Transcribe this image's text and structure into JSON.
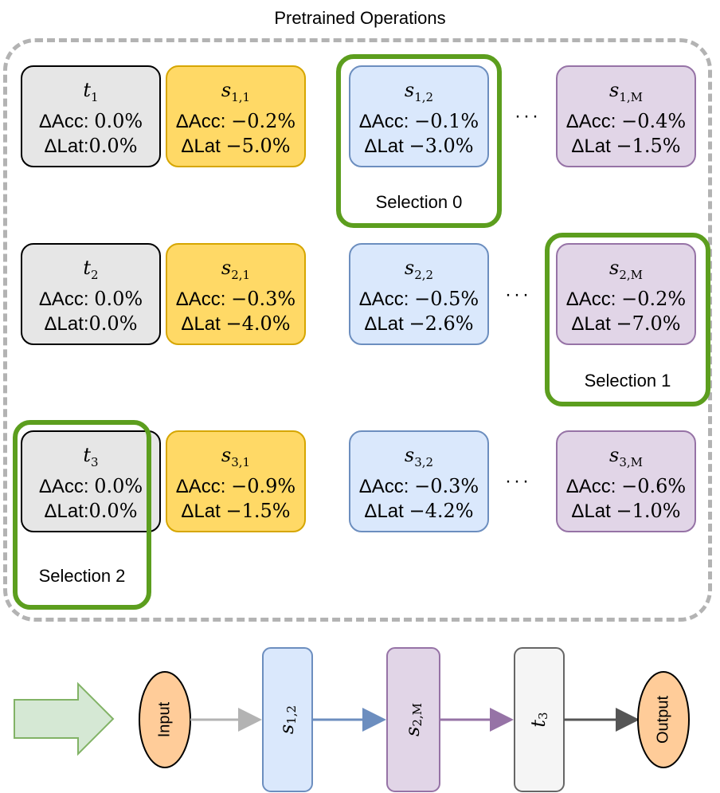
{
  "title": "Pretrained Operations",
  "rows": [
    {
      "cards": [
        {
          "base": "t",
          "sub": "1",
          "acc_label": "ΔAcc:",
          "acc": "0.0%",
          "lat_label": "ΔLat:",
          "lat": "0.0%",
          "color": "gray"
        },
        {
          "base": "s",
          "sub": "1,1",
          "acc_label": "ΔAcc:",
          "acc": "−0.2%",
          "lat_label": "ΔLat",
          "lat": "−5.0%",
          "color": "yellow"
        },
        {
          "base": "s",
          "sub": "1,2",
          "acc_label": "ΔAcc:",
          "acc": "−0.1%",
          "lat_label": "ΔLat",
          "lat": "−3.0%",
          "color": "blue"
        },
        {
          "base": "s",
          "sub": "1,M",
          "acc_label": "ΔAcc:",
          "acc": "−0.4%",
          "lat_label": "ΔLat",
          "lat": "−1.5%",
          "color": "purple"
        }
      ],
      "selection": "Selection 0"
    },
    {
      "cards": [
        {
          "base": "t",
          "sub": "2",
          "acc_label": "ΔAcc:",
          "acc": "0.0%",
          "lat_label": "ΔLat:",
          "lat": "0.0%",
          "color": "gray"
        },
        {
          "base": "s",
          "sub": "2,1",
          "acc_label": "ΔAcc:",
          "acc": "−0.3%",
          "lat_label": "ΔLat",
          "lat": "−4.0%",
          "color": "yellow"
        },
        {
          "base": "s",
          "sub": "2,2",
          "acc_label": "ΔAcc:",
          "acc": "−0.5%",
          "lat_label": "ΔLat",
          "lat": "−2.6%",
          "color": "blue"
        },
        {
          "base": "s",
          "sub": "2,M",
          "acc_label": "ΔAcc:",
          "acc": "−0.2%",
          "lat_label": "ΔLat",
          "lat": "−7.0%",
          "color": "purple"
        }
      ],
      "selection": "Selection 1"
    },
    {
      "cards": [
        {
          "base": "t",
          "sub": "3",
          "acc_label": "ΔAcc:",
          "acc": "0.0%",
          "lat_label": "ΔLat:",
          "lat": "0.0%",
          "color": "gray"
        },
        {
          "base": "s",
          "sub": "3,1",
          "acc_label": "ΔAcc:",
          "acc": "−0.9%",
          "lat_label": "ΔLat",
          "lat": "−1.5%",
          "color": "yellow"
        },
        {
          "base": "s",
          "sub": "3,2",
          "acc_label": "ΔAcc:",
          "acc": "−0.3%",
          "lat_label": "ΔLat",
          "lat": "−4.2%",
          "color": "blue"
        },
        {
          "base": "s",
          "sub": "3,M",
          "acc_label": "ΔAcc:",
          "acc": "−0.6%",
          "lat_label": "ΔLat",
          "lat": "−1.0%",
          "color": "purple"
        }
      ],
      "selection": "Selection 2"
    }
  ],
  "ellipsis": "···",
  "pipeline": {
    "input": "Input",
    "steps": [
      {
        "base": "s",
        "sub": "1,2"
      },
      {
        "base": "s",
        "sub": "2,M"
      },
      {
        "base": "t",
        "sub": "3"
      }
    ],
    "output": "Output"
  },
  "colors": {
    "selection": "#5c9e1e",
    "gray": "#e6e6e6",
    "yellow": "#ffd966",
    "blue": "#dae8fc",
    "purple": "#e1d5e7",
    "node": "#ffcc99"
  }
}
